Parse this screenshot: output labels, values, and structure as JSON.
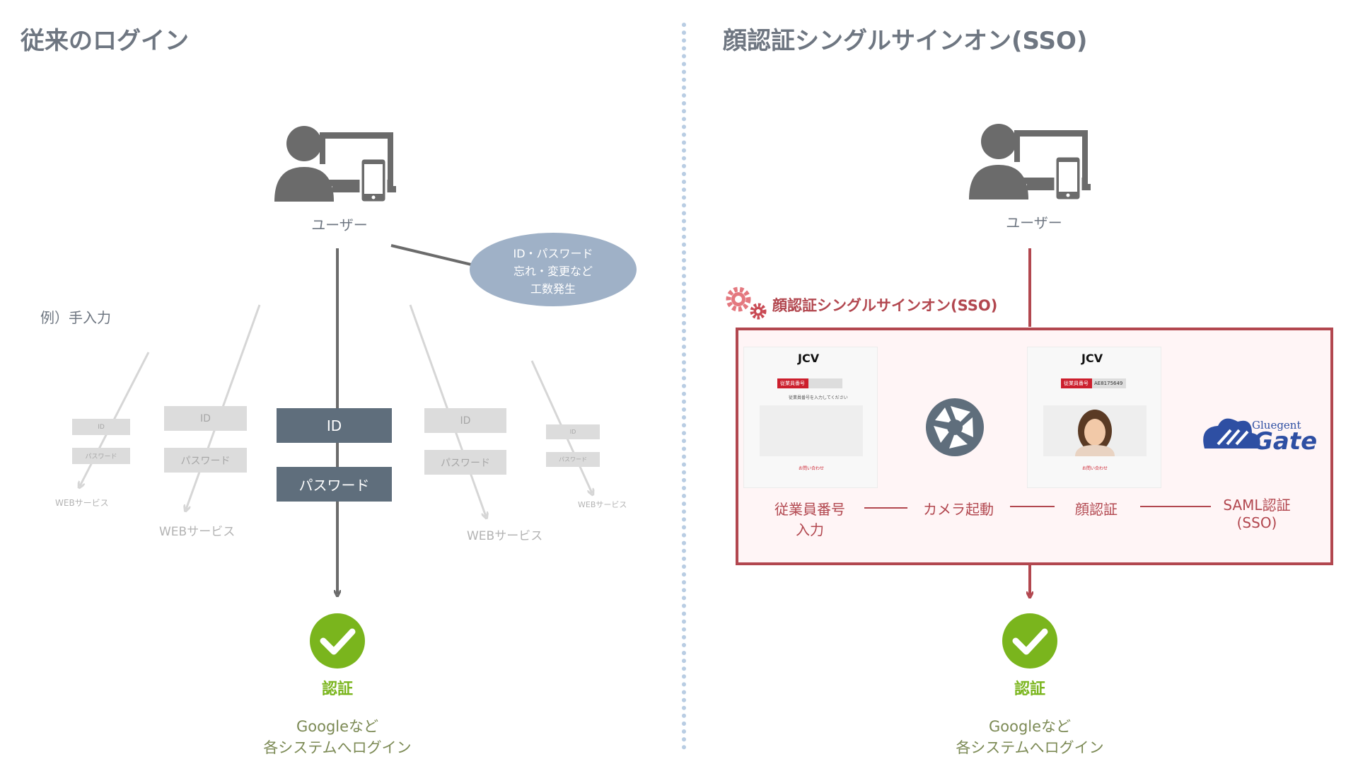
{
  "left": {
    "title": "従来のログイン",
    "user_label": "ユーザー",
    "bubble_lines": [
      "ID・パスワード",
      "忘れ・変更など",
      "工数発生"
    ],
    "example_label": "例）手入力",
    "id_label": "ID",
    "password_label": "パスワード",
    "web_service_label": "WEBサービス",
    "auth_label": "認証",
    "result_line1": "Googleなど",
    "result_line2": "各システムへログイン"
  },
  "right": {
    "title": "顔認証シングルサインオン(SSO)",
    "user_label": "ユーザー",
    "sso_label": "顔認証シングルサインオン(SSO)",
    "steps": [
      {
        "line1": "従業員番号",
        "line2": "入力"
      },
      {
        "line1": "カメラ起動",
        "line2": ""
      },
      {
        "line1": "顔認証",
        "line2": ""
      },
      {
        "line1": "SAML認証",
        "line2": "(SSO)"
      }
    ],
    "auth_label": "認証",
    "result_line1": "Googleなど",
    "result_line2": "各システムへログイン",
    "mock1": {
      "logo": "JCV",
      "tag": "従業員番号",
      "text": "従業員番号を入力してください",
      "link": "お問い合わせ"
    },
    "mock2": {
      "logo": "JCV",
      "tag": "従業員番号",
      "id_value": "AE8175649",
      "link": "お問い合わせ"
    },
    "gluegent_top": "Gluegent",
    "gluegent_bottom": "Gate"
  },
  "colors": {
    "arrow_dark": "#6b6b6b",
    "box_dark": "#5f6e7c",
    "bubble": "#9fb1c7",
    "sso_red": "#b2474f",
    "check_green": "#7ab51d",
    "divider": "#b9cde3"
  }
}
